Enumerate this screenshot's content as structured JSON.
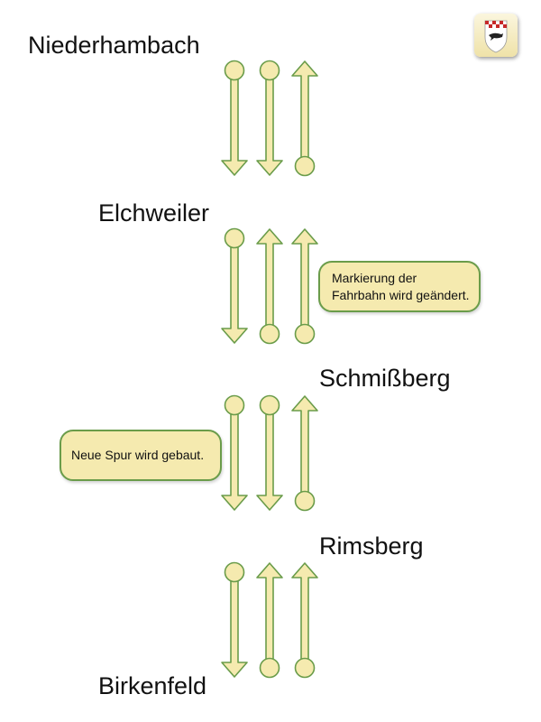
{
  "places": [
    {
      "id": "niederhambach",
      "name": "Niederhambach"
    },
    {
      "id": "elchweiler",
      "name": "Elchweiler"
    },
    {
      "id": "schmissberg",
      "name": "Schmißberg"
    },
    {
      "id": "rimsberg",
      "name": "Rimsberg"
    },
    {
      "id": "birkenfeld",
      "name": "Birkenfeld"
    }
  ],
  "notes": [
    {
      "id": "note-1",
      "text": "Markierung der Fahrbahn wird geändert."
    },
    {
      "id": "note-2",
      "text": "Neue Spur wird gebaut."
    }
  ],
  "segments": [
    {
      "from": "Niederhambach",
      "to": "Elchweiler",
      "lanes": [
        "down",
        "down",
        "up"
      ]
    },
    {
      "from": "Elchweiler",
      "to": "Schmißberg",
      "lanes": [
        "down",
        "up",
        "up"
      ]
    },
    {
      "from": "Schmißberg",
      "to": "Rimsberg",
      "lanes": [
        "down",
        "down",
        "up"
      ]
    },
    {
      "from": "Rimsberg",
      "to": "Birkenfeld",
      "lanes": [
        "down",
        "up",
        "up"
      ]
    }
  ],
  "colors": {
    "lane_fill": "#f5eaaf",
    "lane_stroke": "#6a9c4a",
    "note_fill": "#f5eaaf",
    "note_border": "#6a9c4a"
  },
  "emblem": {
    "icon": "coat-of-arms-icon"
  }
}
